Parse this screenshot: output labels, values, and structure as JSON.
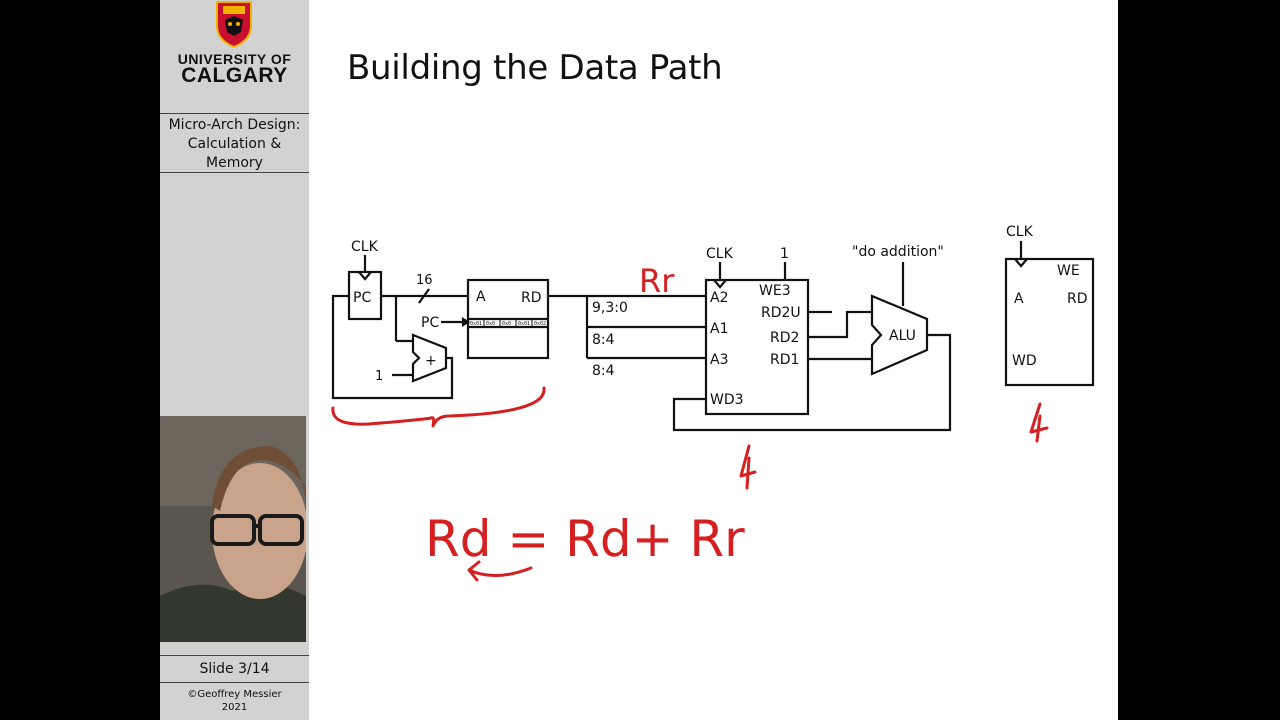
{
  "sidebar": {
    "university_line1": "UNIVERSITY OF",
    "university_line2": "CALGARY",
    "section_title": "Micro-Arch Design: Calculation & Memory",
    "slide_number": "Slide 3/14",
    "copyright_name": "©Geoffrey Messier",
    "copyright_year": "2021"
  },
  "slide": {
    "title": "Building the Data Path"
  },
  "diagram": {
    "pc_block": {
      "clk": "CLK",
      "label": "PC",
      "bus_width": "16"
    },
    "adder": {
      "label": "+",
      "increment": "1"
    },
    "instr_mem": {
      "port_a": "A",
      "port_rd": "RD",
      "pc_label": "PC",
      "cells": [
        "0x01",
        "0x0",
        "0x0",
        "0x01",
        "0x02"
      ]
    },
    "fields": [
      "9,3:0",
      "8:4",
      "8:4"
    ],
    "regfile": {
      "clk": "CLK",
      "we_value": "1",
      "ports_left": [
        "A2",
        "A1",
        "A3",
        "WD3"
      ],
      "ports_right": [
        "WE3",
        "RD2U",
        "RD2",
        "RD1"
      ]
    },
    "alu": {
      "label": "ALU",
      "control": "\"do addition\""
    },
    "data_mem": {
      "clk": "CLK",
      "we": "WE",
      "port_a": "A",
      "port_rd": "RD",
      "port_wd": "WD"
    }
  },
  "annotations": {
    "rr": "Rr",
    "equation": "Rd = Rd+ Rr",
    "mark_regfile": "4",
    "mark_datamem": "4"
  }
}
